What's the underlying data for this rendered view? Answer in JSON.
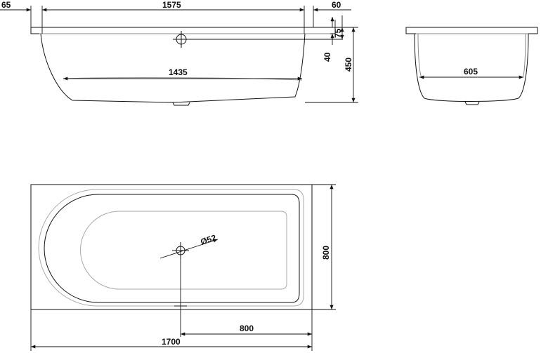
{
  "side_view": {
    "dim_left_overhang": "65",
    "dim_top_length": "1575",
    "dim_right_overhang": "60",
    "dim_rim_offset": "75",
    "dim_overflow_height": "40",
    "dim_total_height": "450",
    "dim_bottom_length": "1435"
  },
  "end_view": {
    "dim_bottom_width": "605"
  },
  "plan_view": {
    "dim_drain_diameter": "Ø52",
    "dim_width": "800",
    "dim_drain_offset": "800",
    "dim_length": "1700"
  }
}
